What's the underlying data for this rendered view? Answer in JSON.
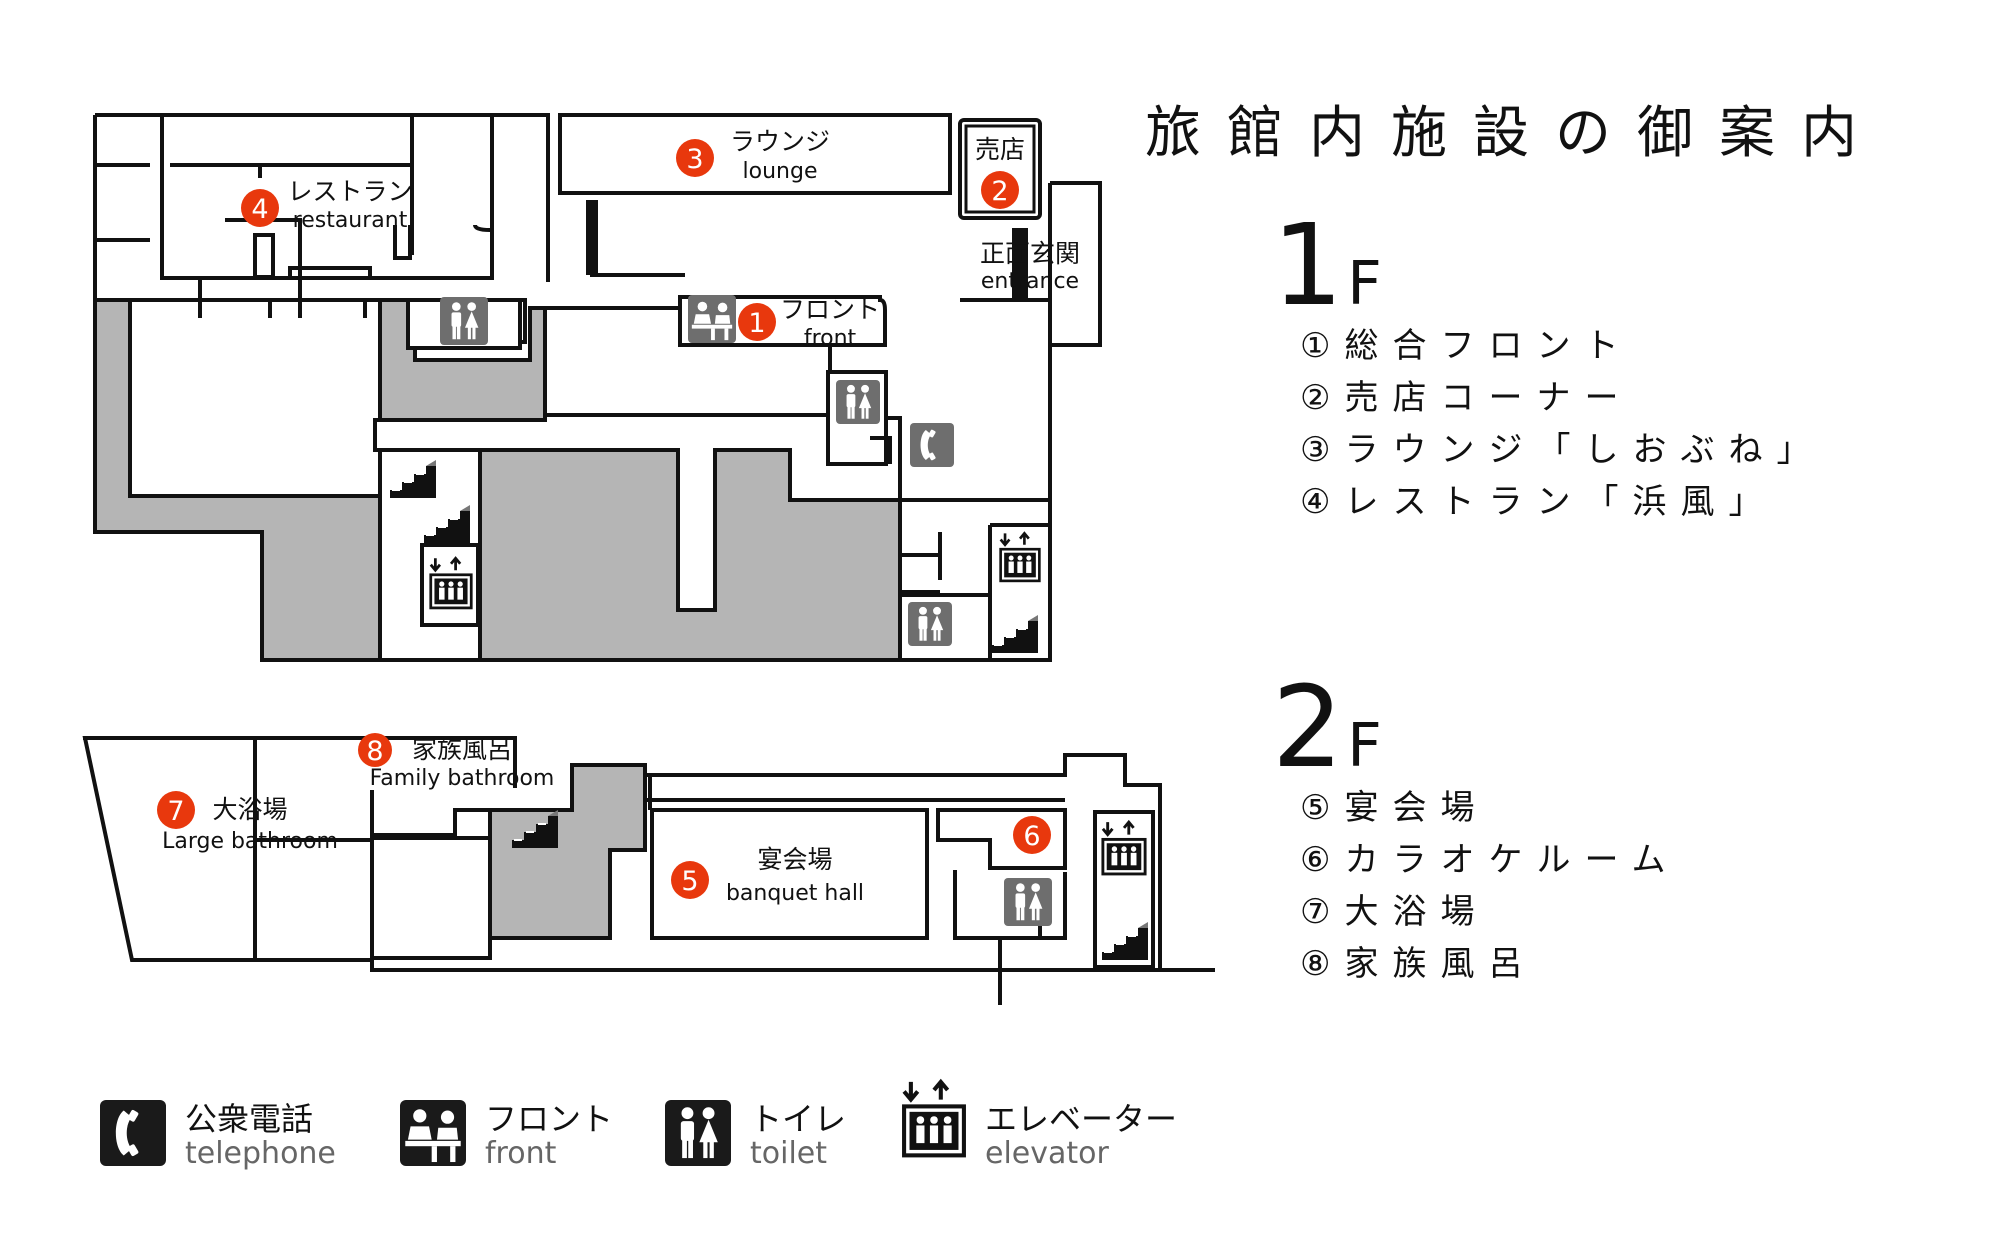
{
  "title": "旅館内施設の御案内",
  "floors": [
    {
      "big": "1",
      "small": "F",
      "items": [
        "①総合フロント",
        "②売店コーナー",
        "③ラウンジ「しおぶね」",
        "④レストラン「浜風」"
      ]
    },
    {
      "big": "2",
      "small": "F",
      "items": [
        "⑤宴会場",
        "⑥カラオケルーム",
        "⑦大浴場",
        "⑧家族風呂"
      ]
    }
  ],
  "rooms": {
    "lounge": {
      "num": "3",
      "jp": "ラウンジ",
      "en": "lounge"
    },
    "shop": {
      "num": "2",
      "jp": "売店"
    },
    "restaurant": {
      "num": "4",
      "jp": "レストラン",
      "en": "restaurant"
    },
    "entrance": {
      "jp": "正面玄関",
      "en": "entrance"
    },
    "front": {
      "num": "1",
      "jp": "フロント",
      "en": "front"
    },
    "family_bath": {
      "num": "8",
      "jp": "家族風呂",
      "en": "Family bathroom"
    },
    "large_bath": {
      "num": "7",
      "jp": "大浴場",
      "en": "Large bathroom"
    },
    "banquet": {
      "num": "5",
      "jp": "宴会場",
      "en": "banquet hall"
    },
    "karaoke": {
      "num": "6"
    }
  },
  "legend": [
    {
      "icon": "telephone-icon",
      "jp": "公衆電話",
      "en": "telephone"
    },
    {
      "icon": "front-desk-icon",
      "jp": "フロント",
      "en": "front"
    },
    {
      "icon": "toilet-icon",
      "jp": "トイレ",
      "en": "toilet"
    },
    {
      "icon": "elevator-icon",
      "jp": "エレベーター",
      "en": "elevator"
    }
  ],
  "colors": {
    "badge": "#e8380d",
    "shaded_area": "#b5b5b5",
    "icon_gray": "#6e6e6e",
    "legend_icon": "#1a1a1a"
  }
}
